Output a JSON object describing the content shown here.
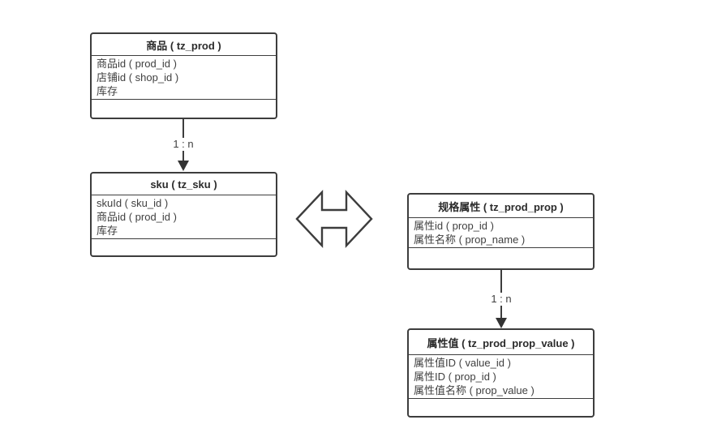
{
  "diagram": {
    "colors": {
      "border": "#3d3d3d",
      "text": "#404040",
      "header_text": "#2b2b2b",
      "background": "#ffffff"
    },
    "tables": [
      {
        "id": "tz_prod",
        "title": "商品 ( tz_prod )",
        "fields": [
          "商品id ( prod_id )",
          "店铺id ( shop_id )",
          "库存"
        ]
      },
      {
        "id": "tz_sku",
        "title": "sku ( tz_sku )",
        "fields": [
          "skuId ( sku_id )",
          "商品id ( prod_id )",
          "库存"
        ]
      },
      {
        "id": "tz_prod_prop",
        "title": "规格属性 ( tz_prod_prop )",
        "fields": [
          "属性id ( prop_id )",
          "属性名称 ( prop_name )"
        ]
      },
      {
        "id": "tz_prod_prop_value",
        "title": "属性值 ( tz_prod_prop_value )",
        "fields": [
          "属性值ID ( value_id )",
          "属性ID ( prop_id )",
          "属性值名称 ( prop_value )"
        ]
      }
    ],
    "connectors": [
      {
        "label": "1 : n",
        "from": "tz_prod",
        "to": "tz_sku"
      },
      {
        "label": "1 : n",
        "from": "tz_prod_prop",
        "to": "tz_prod_prop_value"
      }
    ],
    "relation_icon": "double-headed-horizontal-arrow"
  }
}
